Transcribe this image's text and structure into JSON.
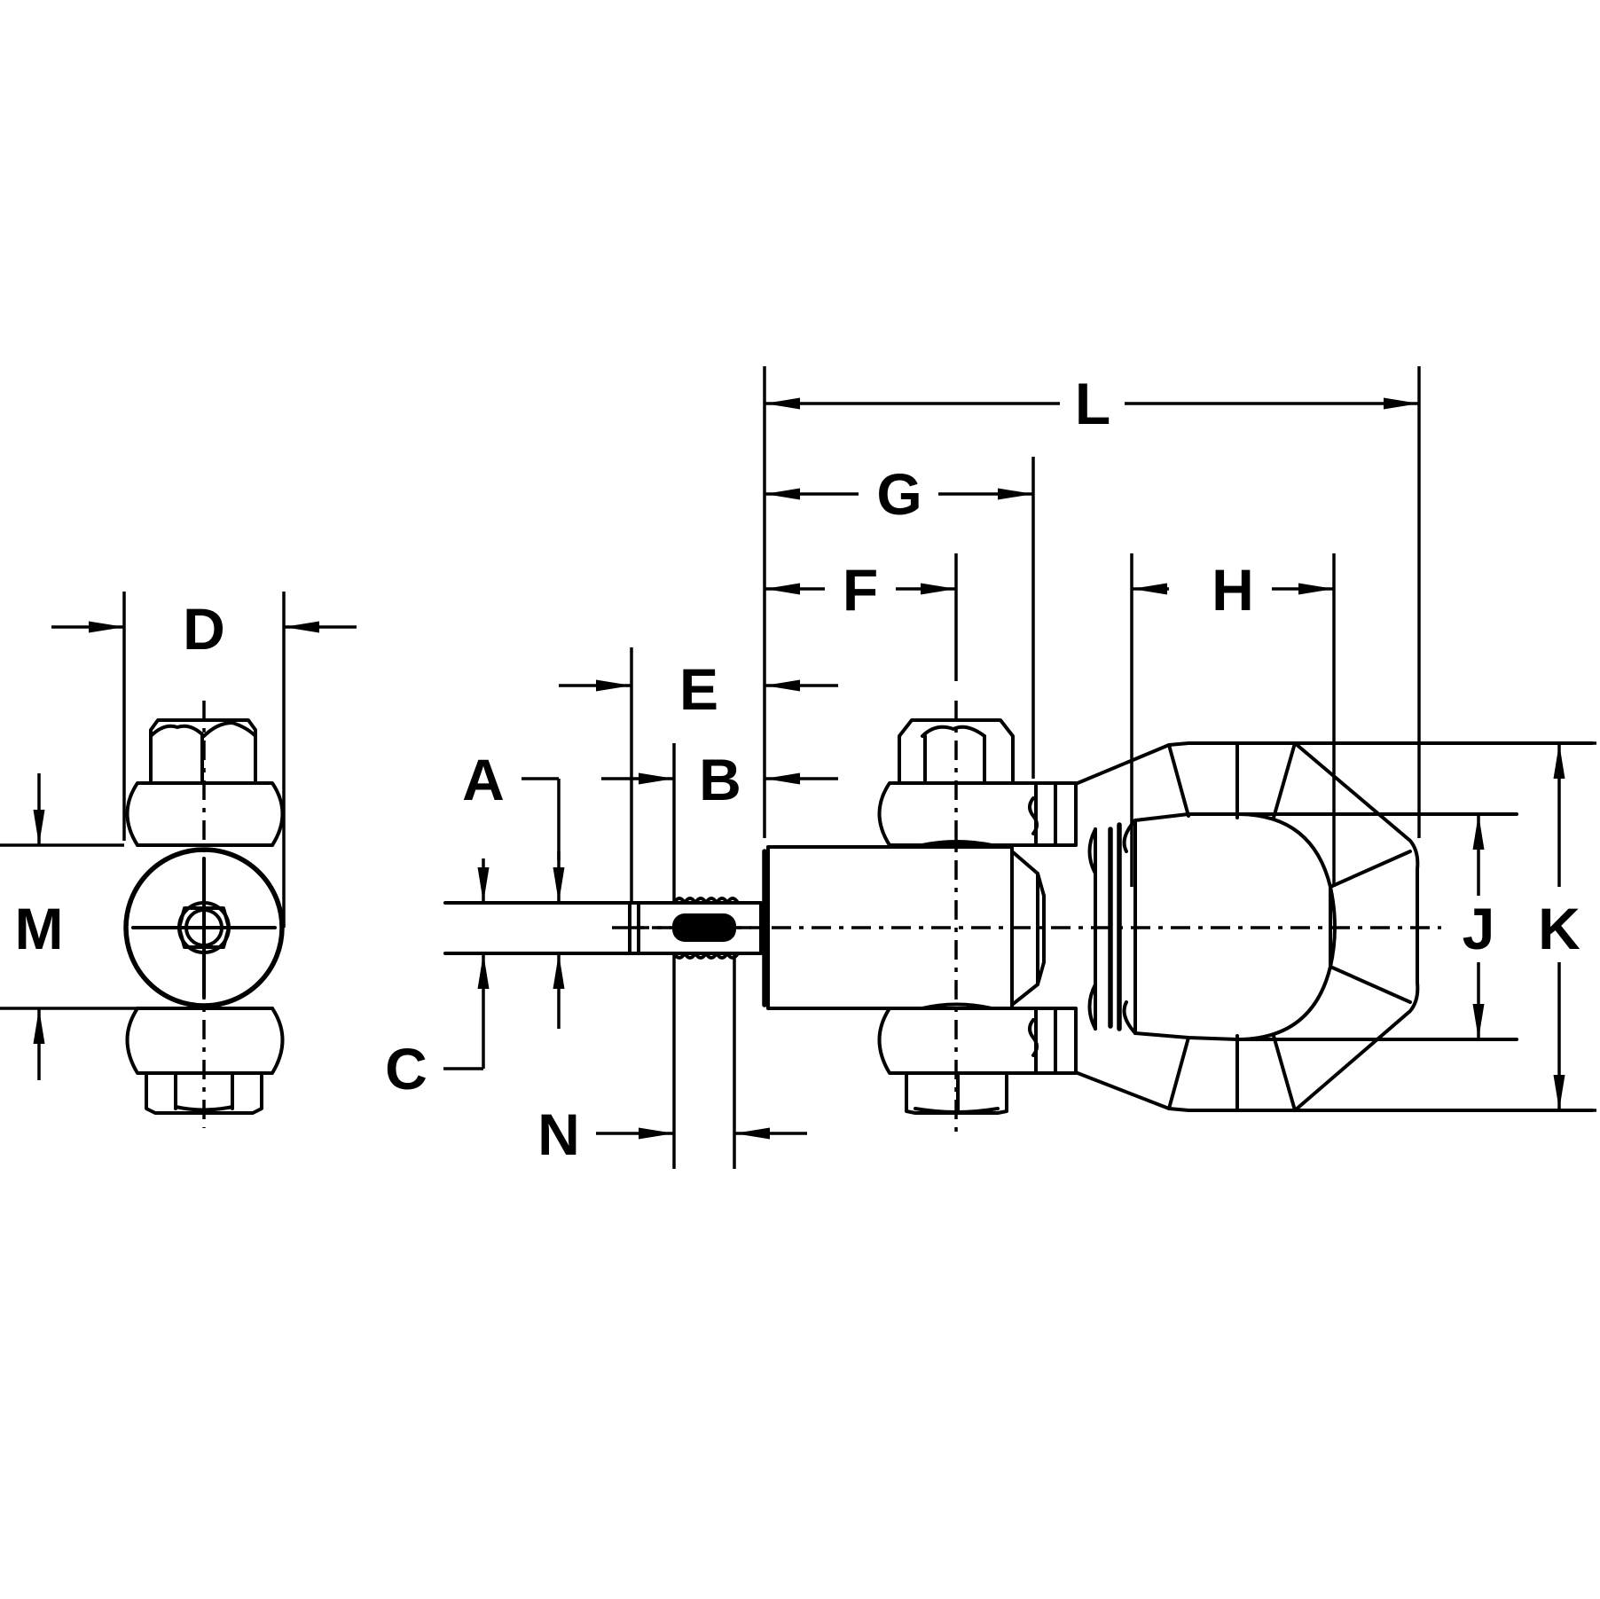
{
  "figure": {
    "colors": {
      "ink": "#000000",
      "paper": "#ffffff"
    },
    "labels": {
      "A": "A",
      "B": "B",
      "C": "C",
      "D": "D",
      "E": "E",
      "F": "F",
      "G": "G",
      "H": "H",
      "J": "J",
      "K": "K",
      "L": "L",
      "M": "M",
      "N": "N"
    }
  }
}
